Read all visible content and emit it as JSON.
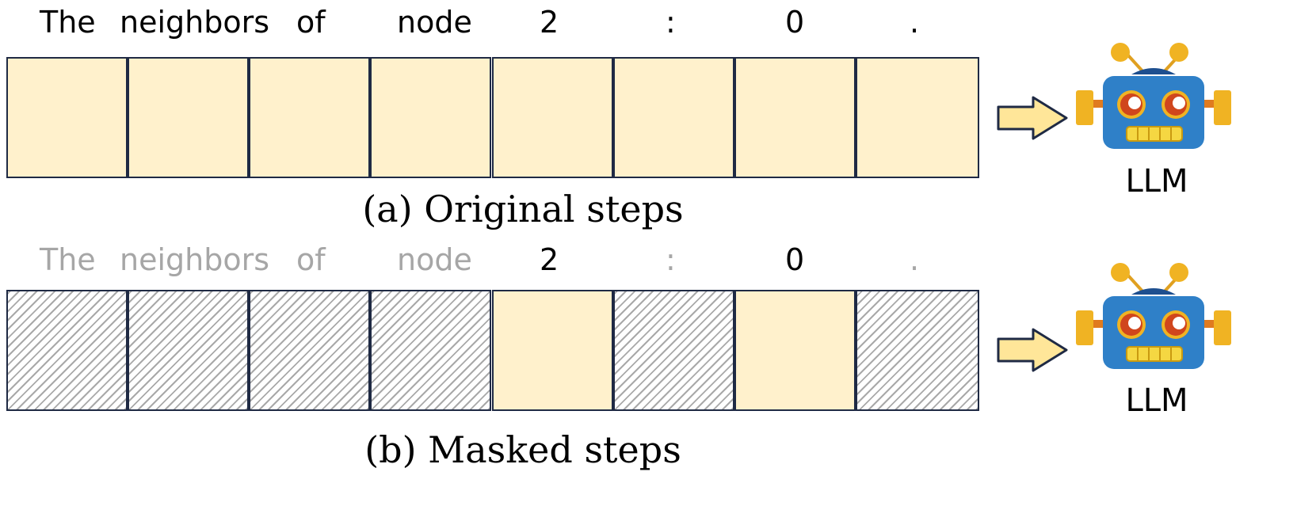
{
  "panel_a": {
    "tokens": [
      {
        "text": "The",
        "masked": false
      },
      {
        "text": "neighbors",
        "masked": false
      },
      {
        "text": "of",
        "masked": false
      },
      {
        "text": "node",
        "masked": false
      },
      {
        "text": "2",
        "masked": false
      },
      {
        "text": ":",
        "masked": false
      },
      {
        "text": "0",
        "masked": false
      },
      {
        "text": ".",
        "masked": false
      }
    ],
    "cells_masked": [
      false,
      false,
      false,
      false,
      false,
      false,
      false,
      false
    ],
    "caption": "(a) Original steps",
    "model_label": "LLM"
  },
  "panel_b": {
    "tokens": [
      {
        "text": "The",
        "masked": true
      },
      {
        "text": "neighbors",
        "masked": true
      },
      {
        "text": "of",
        "masked": true
      },
      {
        "text": "node",
        "masked": true
      },
      {
        "text": "2",
        "masked": false
      },
      {
        "text": ":",
        "masked": true
      },
      {
        "text": "0",
        "masked": false
      },
      {
        "text": ".",
        "masked": true
      }
    ],
    "cells_masked": [
      true,
      true,
      true,
      true,
      false,
      true,
      false,
      true
    ],
    "caption": "(b) Masked steps",
    "model_label": "LLM"
  },
  "colors": {
    "cell_fill": "#fff1cc",
    "cell_border": "#1f2a44",
    "hatch": "#a9a9a9",
    "masked_text": "#a6a6a6",
    "arrow_fill": "#ffe699",
    "robot_body": "#2f80c8",
    "robot_ears": "#f0b323",
    "robot_eyes": "#d0461d"
  },
  "icons": [
    "right-arrow-icon",
    "robot-icon"
  ]
}
